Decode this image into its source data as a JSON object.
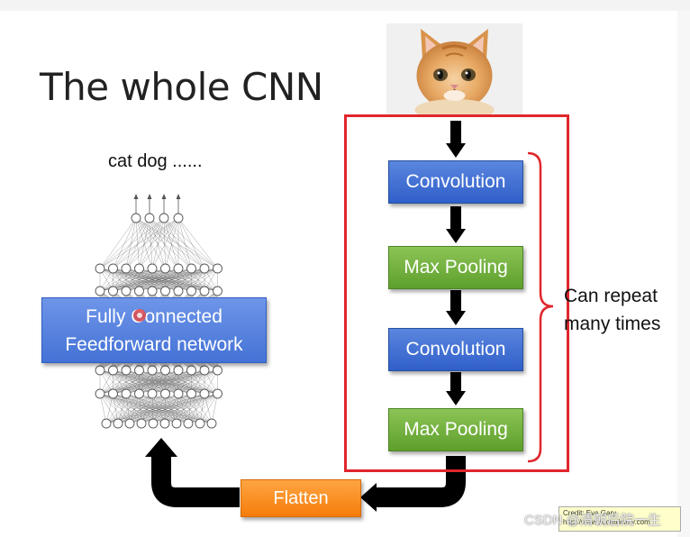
{
  "slide": {
    "title": "The whole CNN",
    "classes_label": "cat dog ......",
    "pipeline": {
      "conv_1": "Convolution",
      "pool_1": "Max Pooling",
      "conv_2": "Convolution",
      "pool_2": "Max Pooling"
    },
    "repeat_note": [
      "Can repeat",
      "many times"
    ],
    "flatten_label": "Flatten",
    "fc_label": [
      "Fully Connected",
      "Feedforward network"
    ],
    "input_image": "cat photo"
  },
  "watermark": {
    "line1": "Credit: Eva Gary",
    "line2": "http://www.zoomdeinty.com",
    "csdn": "CSDN @清朝后院一生"
  },
  "colors": {
    "conv": "#3b6fd6",
    "pool": "#6aab35",
    "flatten": "#f7890f",
    "frame": "#e0262b",
    "bracket": "#e0262b"
  }
}
